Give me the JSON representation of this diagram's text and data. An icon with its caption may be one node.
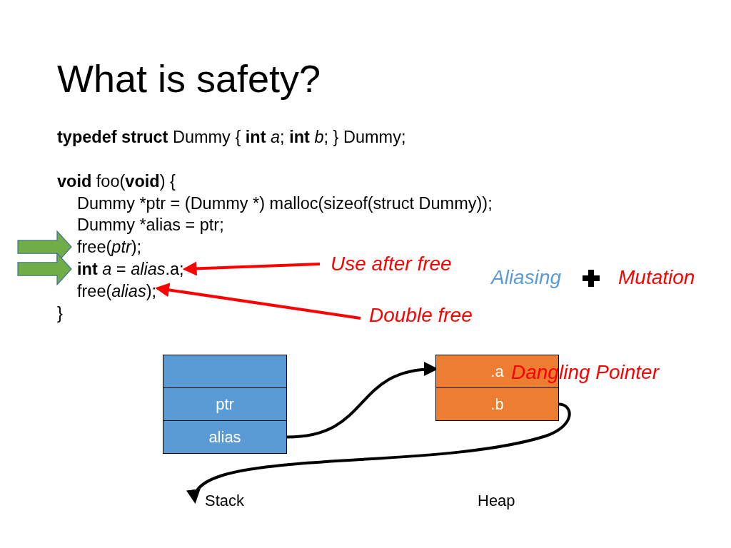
{
  "diagram": {
    "title": "What is safety?",
    "nodes": [
      {
        "text": [
          "free(*ptr*);"
        ]
      },
      {
        "text": [
          "**int** *a* = *alias*.a;"
        ]
      },
      {
        "text": [
          "free(*alias*);"
        ]
      },
      {
        "text": [
          "Use after free"
        ]
      },
      {
        "text": [
          "Double free"
        ]
      },
      {
        "text": [],
        "shape": "box"
      },
      {
        "text": [
          "ptr"
        ]
      },
      {
        "text": [
          "alias"
        ]
      },
      {
        "text": [
          ".a"
        ]
      },
      {
        "text": [
          ".b"
        ]
      },
      {
        "text": [
          "Stack"
        ]
      }
    ],
    "edges": [
      {
        "from": null,
        "to": 0,
        "arrow": "to",
        "style": "thick",
        "color": "#70ad47"
      },
      {
        "from": null,
        "to": 1,
        "arrow": "to",
        "style": "thick",
        "color": "#70ad47"
      },
      {
        "from": 3,
        "to": 1,
        "arrow": "to",
        "color": "#ff0000"
      },
      {
        "from": 4,
        "to": 2,
        "arrow": "to",
        "color": "#ff0000"
      },
      {
        "from": 7,
        "to": 8,
        "arrow": "to",
        "color": "#000000"
      },
      {
        "from": 9,
        "to": 10,
        "arrow": "to",
        "color": "#000000"
      }
    ],
    "labels": [
      "**typedef struct** Dummy { **int** *a*; **int** *b*; } Dummy;",
      "**void** foo(**void**) {",
      "Dummy *ptr = (Dummy *) malloc(sizeof(struct Dummy));",
      "Dummy *alias = ptr;",
      "}",
      "Aliasing",
      "Mutation",
      "Dangling Pointer",
      "Heap"
    ]
  }
}
